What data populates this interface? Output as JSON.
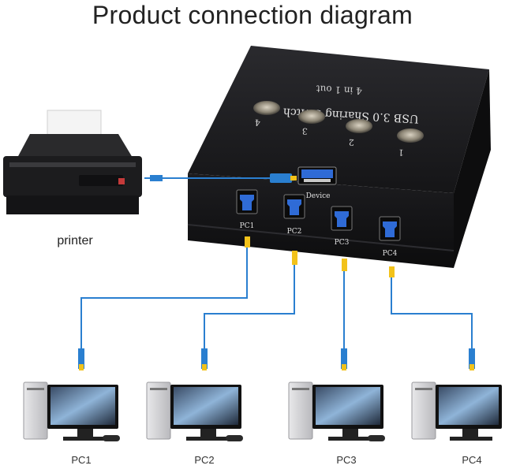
{
  "title": "Product connection diagram",
  "switch": {
    "name": "USB 3.0 Sharing Switch",
    "subtitle": "4 in 1 out",
    "buttons": [
      "1",
      "2",
      "3",
      "4"
    ],
    "device_port_label": "Device",
    "port_labels": [
      "PC1",
      "PC2",
      "PC3",
      "PC4"
    ]
  },
  "printer_label": "printer",
  "pc_labels": [
    "PC1",
    "PC2",
    "PC3",
    "PC4"
  ],
  "colors": {
    "cable": "#2a7fd0",
    "connector": "#f2c21a",
    "switch_body": "#1c1c1e",
    "usb_port": "#2f6bd6"
  }
}
